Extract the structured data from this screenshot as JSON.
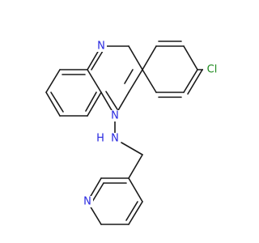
{
  "molecule": {
    "atoms": {
      "n1": "N",
      "n3": "N",
      "nh": "N",
      "h": "H",
      "n_pyr": "N",
      "cl": "Cl"
    }
  },
  "colors": {
    "bond": "#1a1a1a",
    "nitrogen": "#2828e0",
    "chlorine": "#1e8a1e",
    "background": "#ffffff"
  }
}
